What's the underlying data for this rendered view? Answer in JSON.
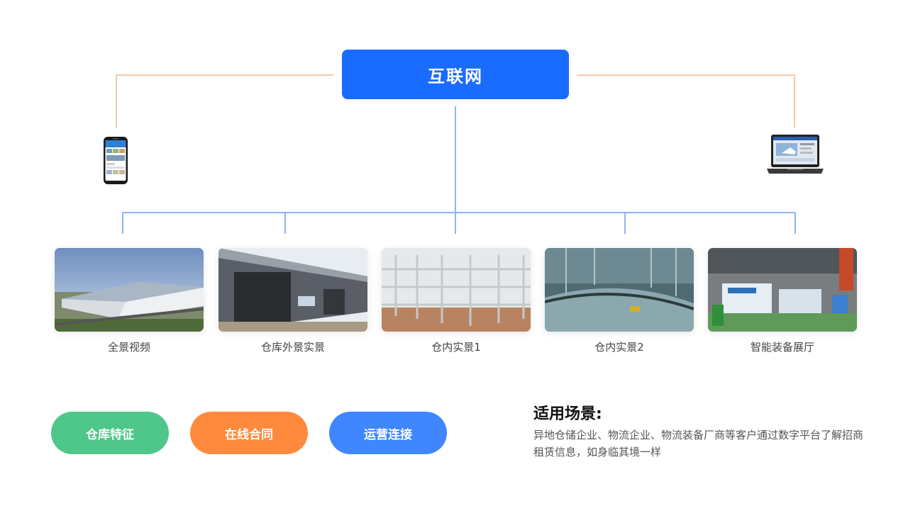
{
  "hub": {
    "label": "互联网"
  },
  "devices": {
    "phone": "phone-icon",
    "laptop": "laptop-icon"
  },
  "cards": [
    {
      "label": "全景视频"
    },
    {
      "label": "仓库外景实景"
    },
    {
      "label": "仓内实景1"
    },
    {
      "label": "仓内实景2"
    },
    {
      "label": "智能装备展厅"
    }
  ],
  "buttons": [
    {
      "label": "仓库特征",
      "color": "#4fc68a"
    },
    {
      "label": "在线合同",
      "color": "#ff8a3d"
    },
    {
      "label": "运营连接",
      "color": "#3f86ff"
    }
  ],
  "scene": {
    "title": "适用场景:",
    "description": "异地仓储企业、物流企业、物流装备厂商等客户通过数字平台了解招商租赁信息，如身临其境一样"
  },
  "colors": {
    "hub": "#1a6bff",
    "tree_line": "#8fb3f5",
    "device_line": "#f5c9a8"
  }
}
